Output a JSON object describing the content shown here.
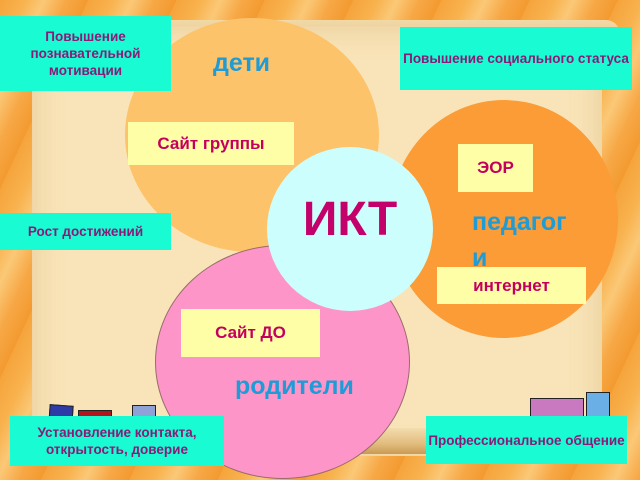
{
  "diagram": {
    "center": {
      "label": "ИКТ",
      "color": "#cdfefe"
    },
    "circles": [
      {
        "label": "дети",
        "color": "#fdc36a",
        "tag": "Сайт группы"
      },
      {
        "label_line1": "педагог",
        "label_line2": "и",
        "color": "#fb9c36",
        "tags": [
          "ЭОР",
          "интернет"
        ]
      },
      {
        "label": "родители",
        "color": "#fd95c8",
        "tag": "Сайт ДО"
      }
    ],
    "notes": {
      "top_left": "Повышение познавательной мотивации",
      "top_right": "Повышение социального статуса",
      "middle_left": "Рост достижений",
      "bottom_left": "Установление контакта, открытость, доверие",
      "bottom_right": "Профессиональное общение"
    },
    "colors": {
      "note_bg": "#19fcd3",
      "note_text": "#8a1a78",
      "tag_bg": "#fefea6",
      "tag_text": "#c4005e",
      "circle_label": "#1f9bd6",
      "center_text": "#c4006a"
    }
  }
}
